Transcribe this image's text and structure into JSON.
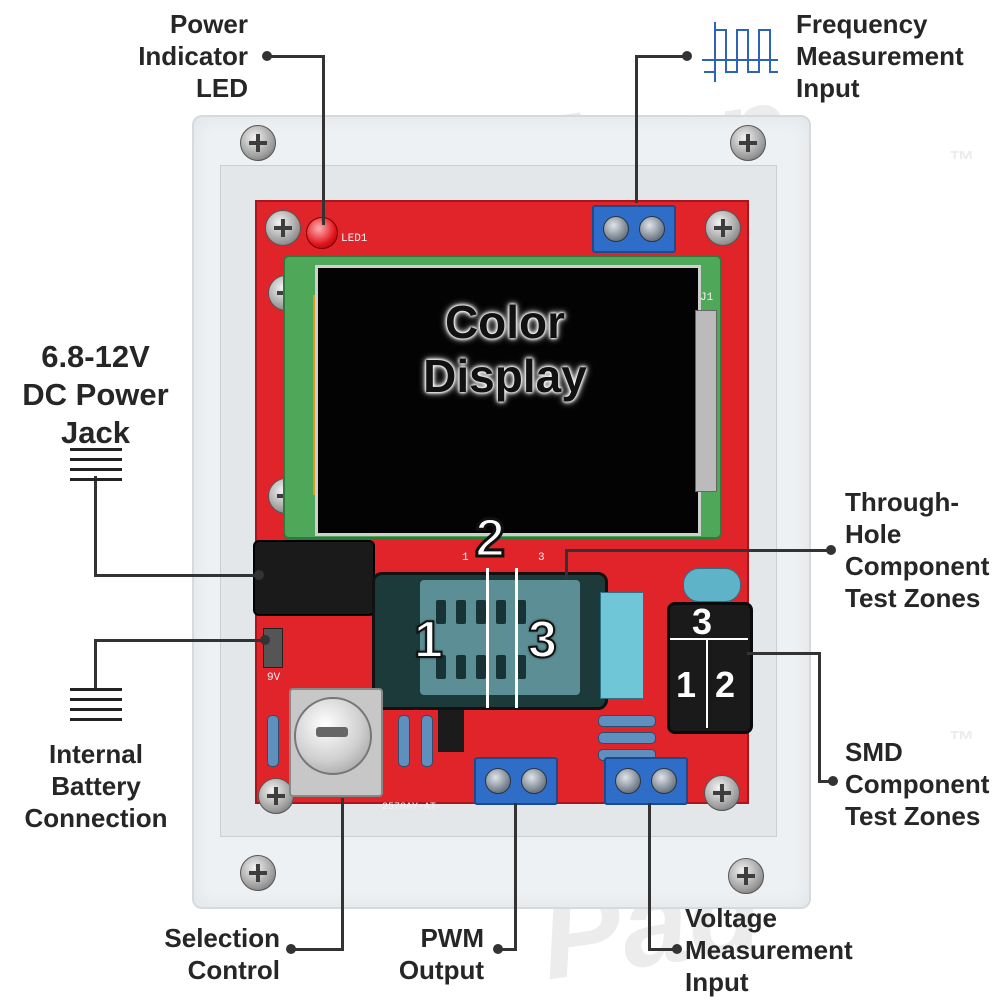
{
  "watermark": {
    "brand": "Amp Pad",
    "tm": "™"
  },
  "display_label": {
    "line1": "Color",
    "line2": "Display"
  },
  "callouts": {
    "power_led": [
      "Power",
      "Indicator",
      "LED"
    ],
    "frequency_input": [
      "Frequency",
      "Measurement",
      "Input"
    ],
    "dc_jack": [
      "6.8-12V",
      "DC Power",
      "Jack"
    ],
    "through_hole": [
      "Through-",
      "Hole",
      "Component",
      "Test Zones"
    ],
    "battery": [
      "Internal",
      "Battery",
      "Connection"
    ],
    "smd_zones": [
      "SMD",
      "Component",
      "Test Zones"
    ],
    "selection": [
      "Selection",
      "Control"
    ],
    "pwm": [
      "PWM",
      "Output"
    ],
    "voltage": [
      "Voltage",
      "Measurement",
      "Input"
    ]
  },
  "test_zone_numbers": {
    "top": "2",
    "left": "1",
    "right": "3"
  },
  "smd_zone_numbers": {
    "top": "3",
    "left": "1",
    "right": "2"
  },
  "board_silkscreen": {
    "led": "LED1",
    "header": "J1",
    "battery": "9V",
    "model": "2578AY-AT",
    "pin1": "1",
    "pin3": "3"
  },
  "colors": {
    "pcb": "#e0242a",
    "terminal": "#2f6ec8",
    "screen": "#030303",
    "callout_text": "#262626"
  }
}
